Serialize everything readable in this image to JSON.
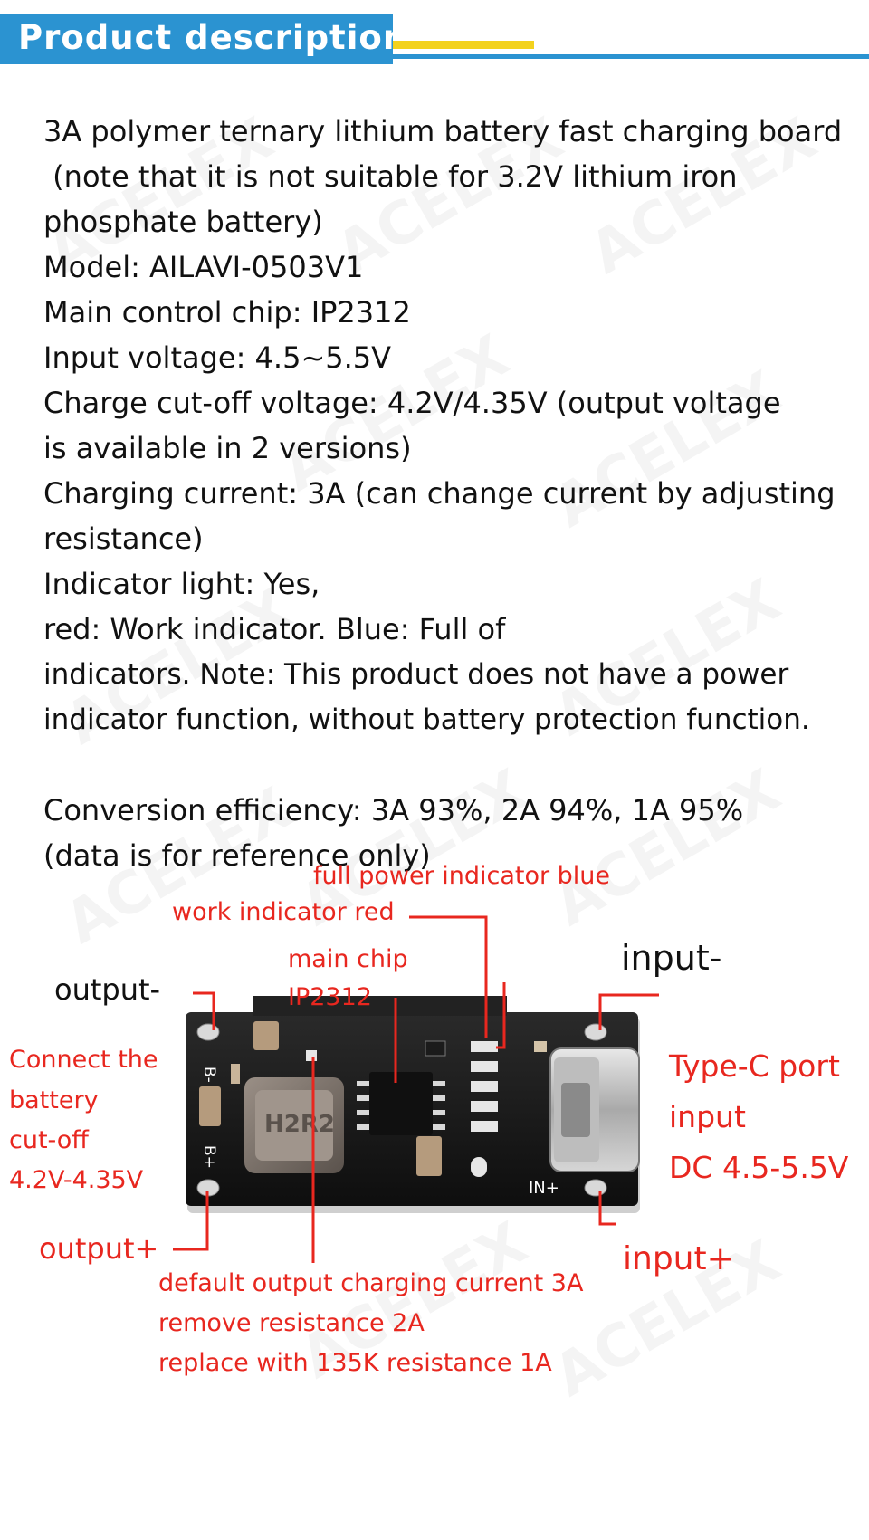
{
  "header": {
    "title": "Product description",
    "colors": {
      "blue": "#2b93d1",
      "yellow": "#f3d21d"
    }
  },
  "description": {
    "lines": [
      "3A polymer ternary lithium battery fast charging board",
      " (note that it is not suitable for 3.2V lithium iron",
      "phosphate battery)",
      "Model: AILAVI-0503V1",
      "Main control chip: IP2312",
      "Input voltage: 4.5~5.5V",
      "Charge cut-off voltage: 4.2V/4.35V (output voltage",
      "is available in 2 versions)",
      "Charging current: 3A (can change current by adjusting",
      "resistance)",
      "Indicator light: Yes,",
      "red: Work indicator. Blue: Full of",
      "indicators. Note: This product does not have a power",
      "indicator function, without battery protection function.",
      "",
      "Conversion efficiency: 3A 93%, 2A 94%, 1A 95%",
      "(data is for reference only)"
    ]
  },
  "diagram": {
    "labels": {
      "full_power_indicator": "full power indicator blue",
      "work_indicator": "work indicator red",
      "main_chip_1": "main chip",
      "main_chip_2": "IP2312",
      "output_minus": "output-",
      "input_minus": "input-",
      "battery_1": "Connect the",
      "battery_2": "battery",
      "battery_3": "cut-off",
      "battery_4": "4.2V-4.35V",
      "typec_1": "Type-C port",
      "typec_2": "input",
      "typec_3": "DC 4.5-5.5V",
      "output_plus": "output+",
      "input_plus": "input+",
      "current_1": "default output charging current 3A",
      "current_2": "remove resistance 2A",
      "current_3": "replace with 135K resistance 1A"
    },
    "board_text": {
      "b_minus": "B-",
      "b_plus": "B+",
      "in_plus": "IN+",
      "inductor": "H2R2"
    },
    "colors": {
      "label_red": "#e8271f",
      "board": "#1b1b1b"
    }
  },
  "watermark": "ACELEX"
}
